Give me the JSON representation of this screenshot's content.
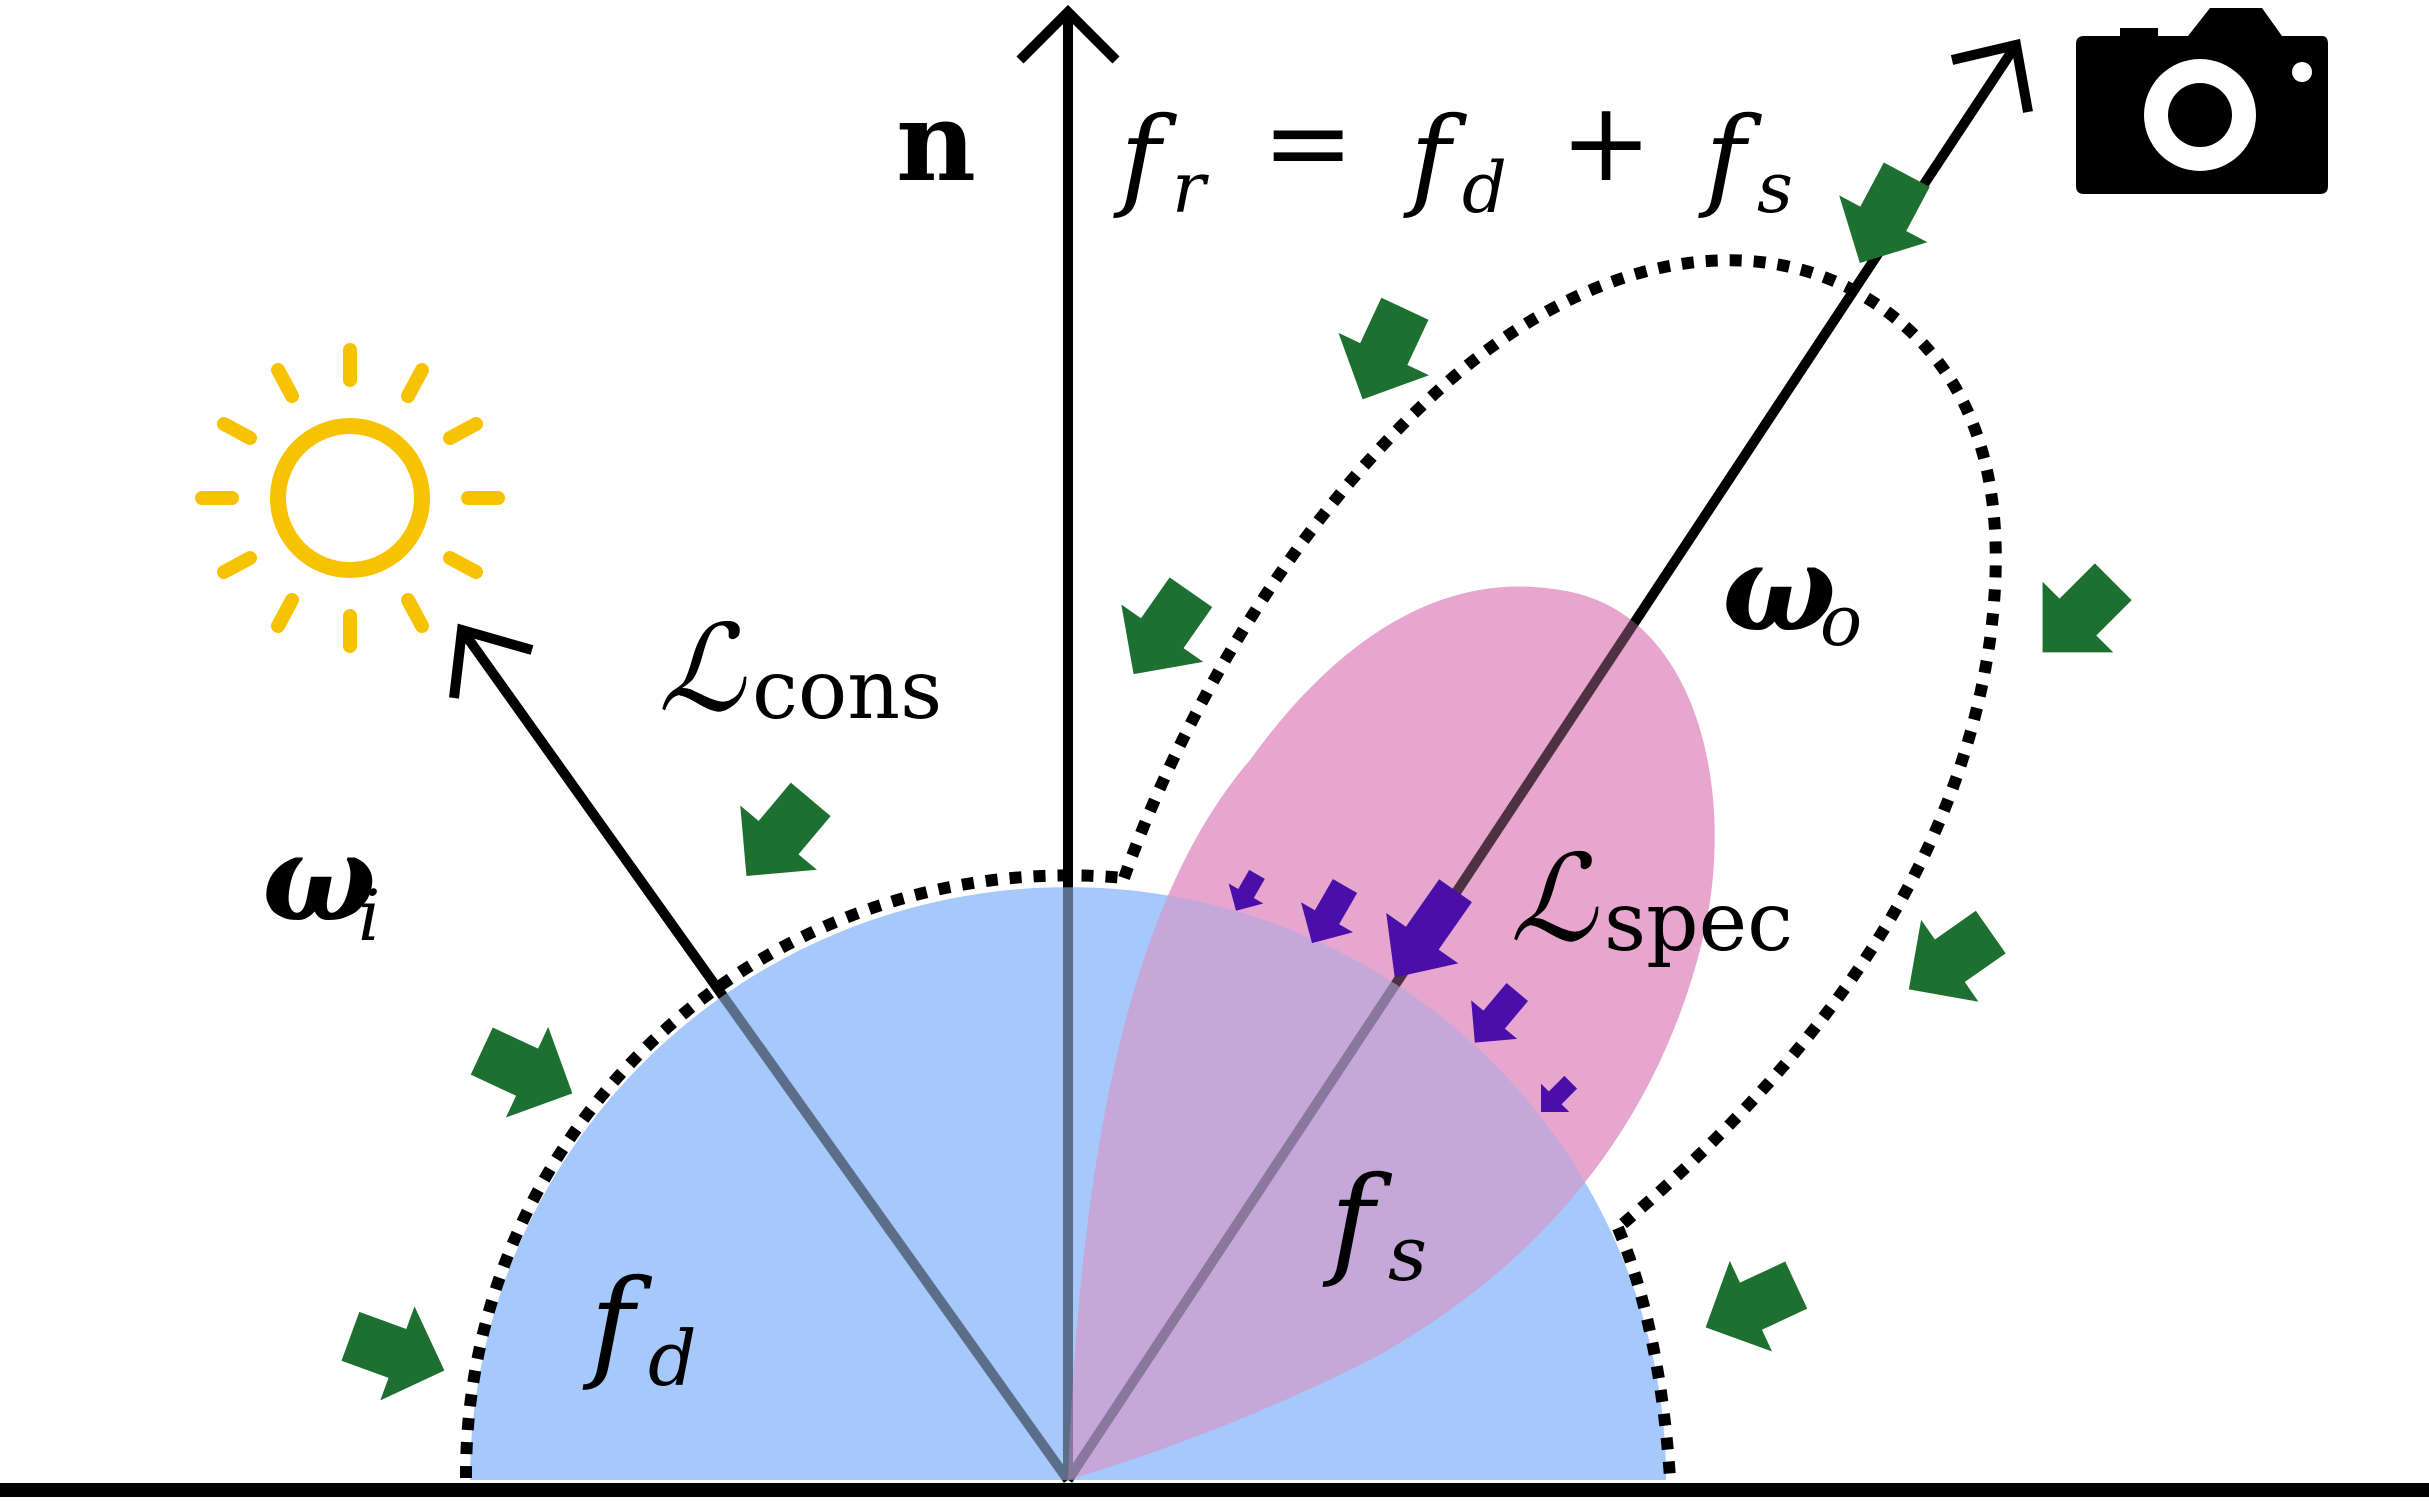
{
  "labels": {
    "normal": "n",
    "brdf_f": "f",
    "brdf_r": "r",
    "brdf_eq": "=",
    "brdf_fd_f": "f",
    "brdf_fd_sub": "d",
    "brdf_plus": "+",
    "brdf_fs_f": "f",
    "brdf_fs_sub": "s",
    "omega_i": "ω",
    "omega_i_sub": "i",
    "omega_o": "ω",
    "omega_o_sub": "o",
    "l_cons": "ℒ",
    "l_cons_sub": "cons",
    "l_spec": "ℒ",
    "l_spec_sub": "spec",
    "fd_f": "f",
    "fd_sub": "d",
    "fs_f": "f",
    "fs_sub": "s"
  },
  "icons": {
    "light": "sun-icon",
    "viewer": "camera-icon"
  },
  "colors": {
    "diffuse_lobe": "#a6c8fa",
    "specular_lobe": "#e8a0c8",
    "sun": "#f7c200",
    "consistency_arrows": "#1e7030",
    "specular_arrows": "#4a0fa8",
    "lines": "#000000"
  }
}
